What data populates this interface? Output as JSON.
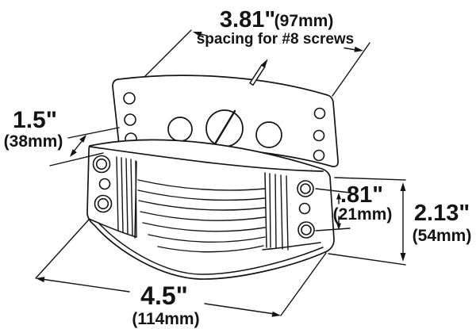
{
  "diagram": {
    "background": "#ffffff",
    "line_color": "#141414",
    "dimensions": {
      "screw_spacing": {
        "value": "3.81\"",
        "metric": "(97mm)",
        "note": "spacing for #8 screws"
      },
      "depth": {
        "value": "1.5\"",
        "metric": "(38mm)"
      },
      "hole_spacing": {
        "value": ".81\"",
        "metric": "(21mm)"
      },
      "height": {
        "value": "2.13\"",
        "metric": "(54mm)"
      },
      "width": {
        "value": "4.5\"",
        "metric": "(114mm)"
      }
    }
  }
}
